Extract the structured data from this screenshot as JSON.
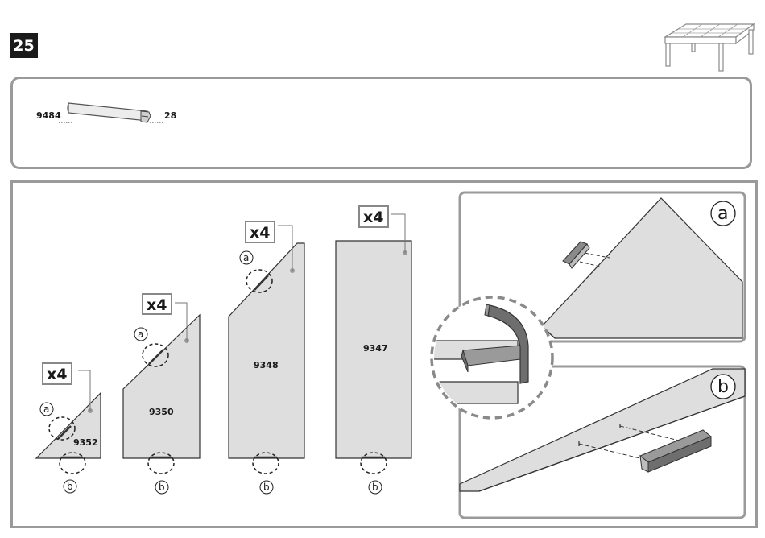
{
  "step_number": "25",
  "parts": [
    {
      "code": "9484",
      "quantity": "28"
    }
  ],
  "panels": [
    {
      "code": "9352",
      "qty_label": "x4",
      "callout_top": "a",
      "callout_bottom": "b"
    },
    {
      "code": "9350",
      "qty_label": "x4",
      "callout_top": "a",
      "callout_bottom": "b"
    },
    {
      "code": "9348",
      "qty_label": "x4",
      "callout_top": "a",
      "callout_bottom": "b"
    },
    {
      "code": "9347",
      "qty_label": "x4",
      "callout_bottom": "b"
    }
  ],
  "detail_views": [
    {
      "label": "a"
    },
    {
      "label": "b"
    }
  ],
  "colors": {
    "panel_fill": "#dedede",
    "frame_gray": "#9a9a9a",
    "profile_dark": "#6e6e6e",
    "badge_bg": "#1a1a1a"
  },
  "icons": [
    "gazebo-icon",
    "profile-strip-icon"
  ]
}
